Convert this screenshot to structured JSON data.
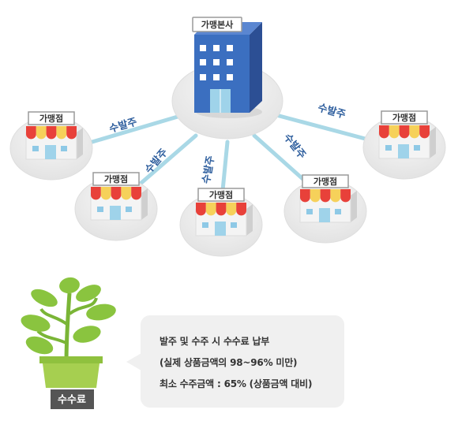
{
  "hq": {
    "label": "가맹본사"
  },
  "stores": [
    {
      "label": "가맹점"
    },
    {
      "label": "가맹점"
    },
    {
      "label": "가맹점"
    },
    {
      "label": "가맹점"
    },
    {
      "label": "가맹점"
    }
  ],
  "connections": [
    {
      "label": "수발주"
    },
    {
      "label": "수발주"
    },
    {
      "label": "수발주"
    },
    {
      "label": "수발주"
    },
    {
      "label": "수발주"
    }
  ],
  "fee": {
    "label": "수수료",
    "lines": [
      "발주 및 수주 시 수수료 납부",
      "(실제 상품금액의 98~96% 미만)",
      "최소 수주금액 : 65% (상품금액 대비)"
    ]
  },
  "colors": {
    "building_blue": "#3b6fc0",
    "building_side": "#2c4f94",
    "connection_line": "#a9d8e6",
    "awning_red": "#e8413a",
    "awning_yellow": "#f6d15a",
    "plant_green": "#8ac43f",
    "pot_green": "#a6cf50",
    "fee_tag": "#555555",
    "bubble_bg": "#f0f0f0"
  }
}
